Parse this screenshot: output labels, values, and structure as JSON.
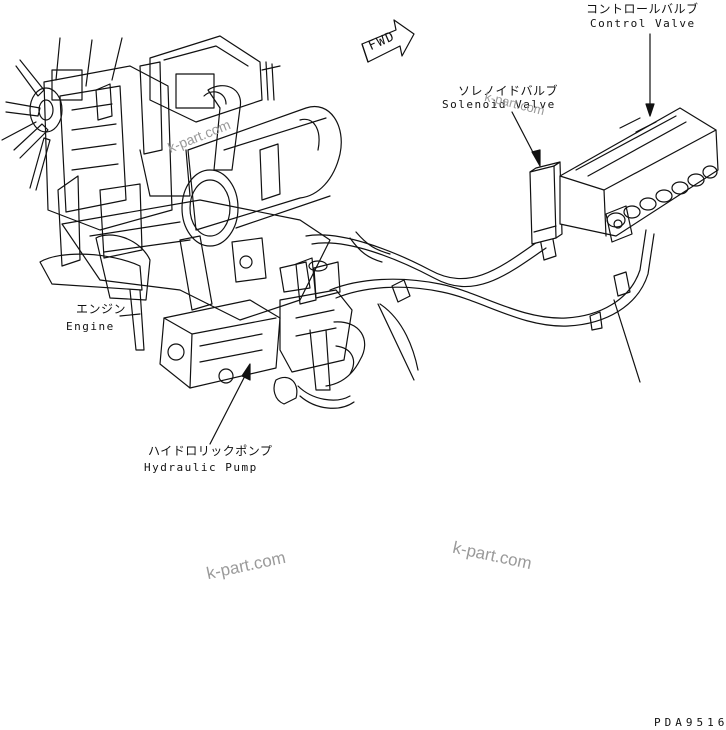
{
  "labels": {
    "control_valve_jp": "コントロールバルブ",
    "control_valve_en": "Control Valve",
    "solenoid_valve_jp": "ソレノイドバルブ",
    "solenoid_valve_en": "Solenoid Valve",
    "engine_jp": "エンジン",
    "engine_en": "Engine",
    "hydraulic_pump_jp": "ハイドロリックポンプ",
    "hydraulic_pump_en": "Hydraulic Pump",
    "fwd": "FWD",
    "drawing_code": "PDA9516"
  },
  "watermarks": [
    "k-part.com",
    "k-part.com",
    "k-part.com",
    "k-part.com"
  ]
}
